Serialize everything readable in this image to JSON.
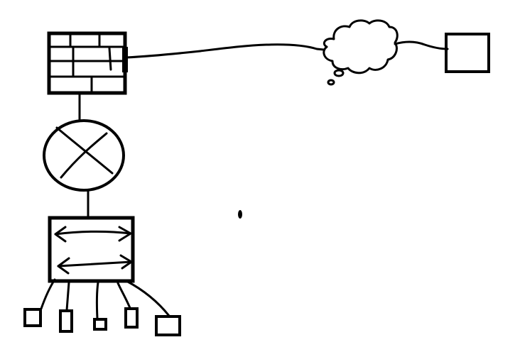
{
  "diagram": {
    "type": "network-sketch",
    "background": "#ffffff",
    "ink_color": "#000000",
    "nodes": [
      {
        "id": "firewall",
        "kind": "firewall",
        "icon": "brick-wall-icon"
      },
      {
        "id": "router",
        "kind": "router",
        "icon": "circle-x-router-icon"
      },
      {
        "id": "switch",
        "kind": "switch",
        "icon": "bidirectional-arrows-switch-icon"
      },
      {
        "id": "internet",
        "kind": "cloud",
        "icon": "cloud-icon"
      },
      {
        "id": "remote-host",
        "kind": "remote-host",
        "icon": "square-icon"
      },
      {
        "id": "host-1",
        "kind": "host",
        "icon": "small-square-icon"
      },
      {
        "id": "host-2",
        "kind": "host",
        "icon": "tall-rectangle-icon"
      },
      {
        "id": "host-3",
        "kind": "host",
        "icon": "small-square-icon"
      },
      {
        "id": "host-4",
        "kind": "host",
        "icon": "tall-rectangle-icon"
      },
      {
        "id": "host-5",
        "kind": "host",
        "icon": "wide-rectangle-icon"
      },
      {
        "id": "stray-dot",
        "kind": "mark",
        "icon": "ink-dot-icon"
      }
    ],
    "links": [
      {
        "from": "firewall",
        "to": "internet"
      },
      {
        "from": "internet",
        "to": "remote-host"
      },
      {
        "from": "firewall",
        "to": "router"
      },
      {
        "from": "router",
        "to": "switch"
      },
      {
        "from": "switch",
        "to": "host-1"
      },
      {
        "from": "switch",
        "to": "host-2"
      },
      {
        "from": "switch",
        "to": "host-3"
      },
      {
        "from": "switch",
        "to": "host-4"
      },
      {
        "from": "switch",
        "to": "host-5"
      }
    ]
  }
}
